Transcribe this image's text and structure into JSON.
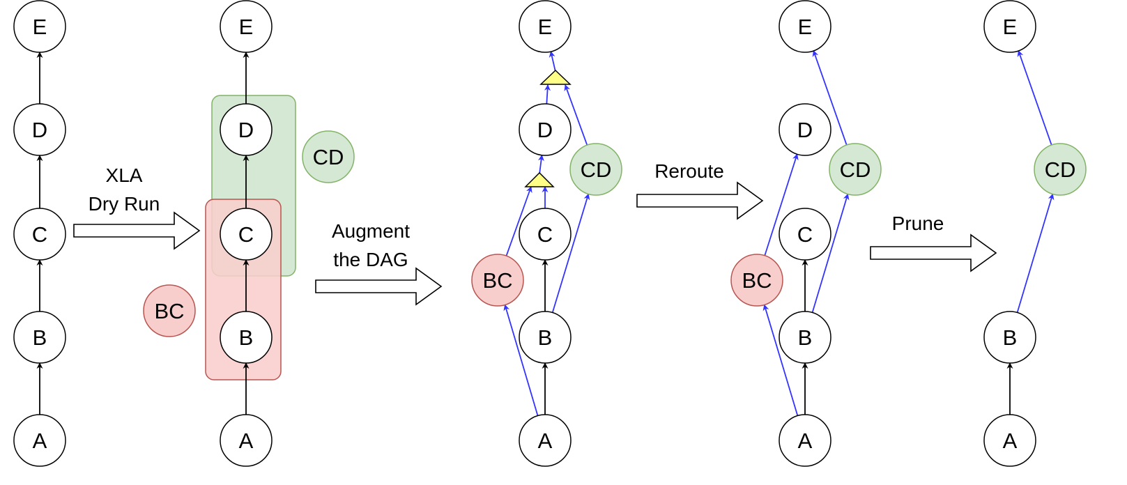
{
  "colors": {
    "black_edge": "#000000",
    "blue_edge": "#3333ff",
    "fused_bc_fill": "#f8cecc",
    "fused_bc_stroke": "#b85450",
    "fused_cd_fill": "#d5e8d4",
    "fused_cd_stroke": "#82b366",
    "join_triangle_fill": "#ffff88",
    "node_fill": "#ffffff"
  },
  "nodes": {
    "A": "A",
    "B": "B",
    "C": "C",
    "D": "D",
    "E": "E",
    "BC": "BC",
    "CD": "CD"
  },
  "steps": {
    "dry_run": [
      "XLA",
      "Dry Run"
    ],
    "augment": [
      "Augment",
      "the DAG"
    ],
    "reroute": [
      "Reroute"
    ],
    "prune": [
      "Prune"
    ]
  },
  "panels": [
    {
      "id": "original",
      "nodes": [
        "A",
        "B",
        "C",
        "D",
        "E"
      ]
    },
    {
      "id": "dry-run-result",
      "nodes": [
        "A",
        "B",
        "C",
        "D",
        "E"
      ],
      "fusion_candidates": [
        "BC",
        "CD"
      ]
    },
    {
      "id": "augmented",
      "nodes": [
        "A",
        "B",
        "C",
        "D",
        "E",
        "BC",
        "CD"
      ]
    },
    {
      "id": "rerouted",
      "nodes": [
        "A",
        "B",
        "C",
        "D",
        "E",
        "BC",
        "CD"
      ]
    },
    {
      "id": "pruned",
      "nodes": [
        "A",
        "B",
        "E",
        "CD"
      ]
    }
  ]
}
